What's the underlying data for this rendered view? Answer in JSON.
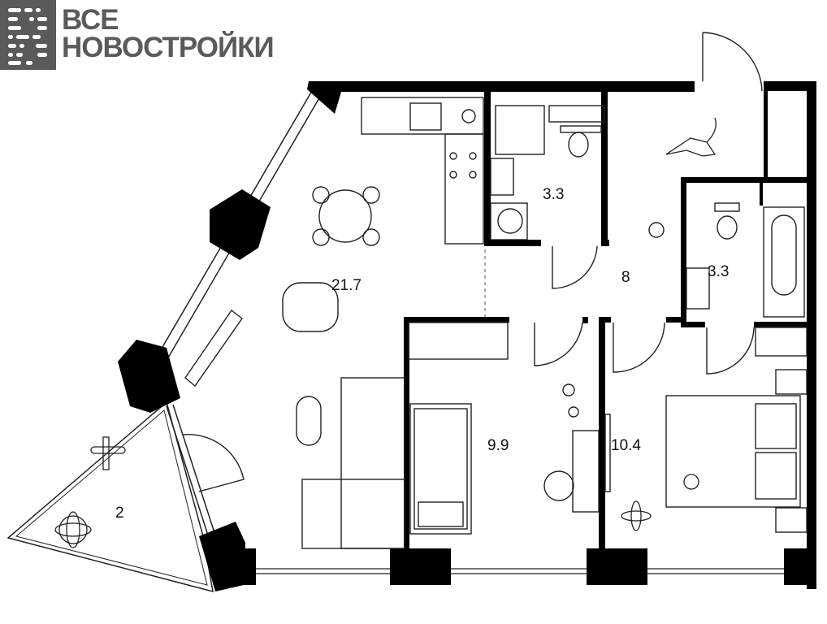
{
  "logo": {
    "line1": "ВСЕ",
    "line2": "НОВОСТРОЙКИ"
  },
  "rooms": [
    {
      "id": "living-kitchen",
      "area": "21.7"
    },
    {
      "id": "bathroom-1",
      "area": "3.3"
    },
    {
      "id": "hallway",
      "area": "8"
    },
    {
      "id": "bathroom-2",
      "area": "3.3"
    },
    {
      "id": "children-room",
      "area": "9.9"
    },
    {
      "id": "bedroom",
      "area": "10.4"
    },
    {
      "id": "balcony",
      "area": "2"
    }
  ]
}
